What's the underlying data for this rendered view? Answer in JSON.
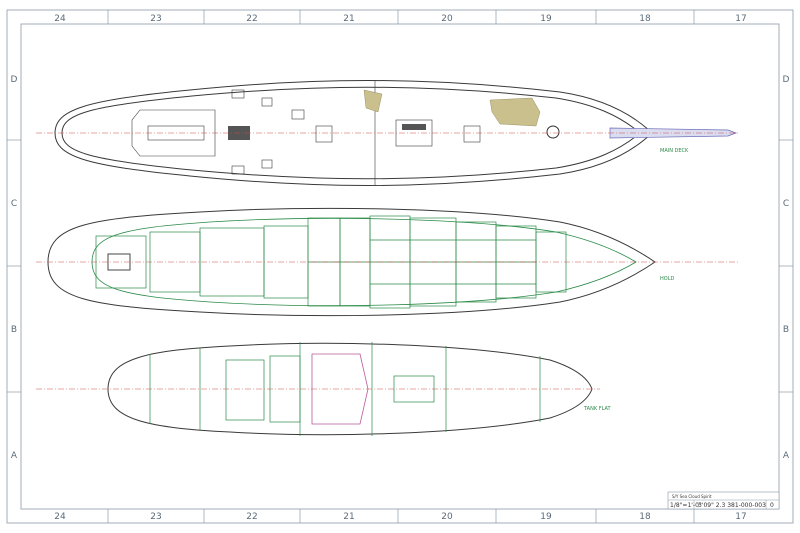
{
  "sheet": {
    "columns": [
      "24",
      "23",
      "22",
      "21",
      "20",
      "19",
      "18",
      "17"
    ],
    "rows": [
      "D",
      "C",
      "B",
      "A"
    ]
  },
  "decks": {
    "main_deck": "MAIN DECK",
    "hold": "HOLD",
    "tank_flat": "TANK FLAT"
  },
  "title_block": {
    "project": "S/Y Sea Cloud Spirit",
    "scale": "1/8\"=1'-0\"",
    "sheet_ref": "3'09\"  2.3 381-000-003",
    "rev": "0"
  },
  "colors": {
    "hull_outline": "#3a3a3a",
    "compartment_lines": "#2a8a48",
    "centerline": "#d04a4a",
    "bowsprit": "#6a6ab8",
    "deck_patch": "#c9c08e",
    "grid_text": "#5a6a78"
  }
}
